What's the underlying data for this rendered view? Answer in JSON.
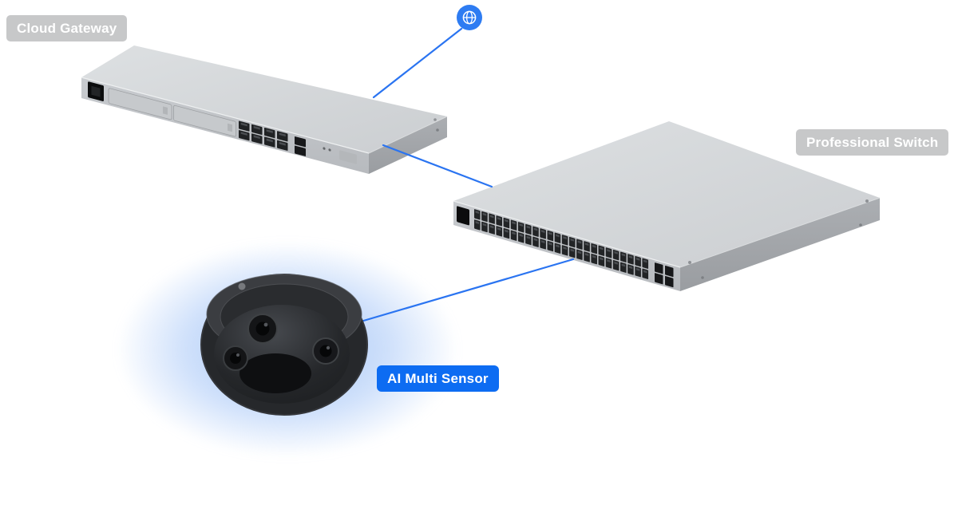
{
  "title": "Network topology diagram",
  "colors": {
    "accent_blue": "#2a74f1",
    "globe_blue": "#2e7cf2",
    "badge_gray": "#c7c8c9",
    "badge_blue": "#0d6cf2",
    "device_top": "#d8dadc",
    "device_front": "#c2c5c8",
    "device_side": "#a9acb0",
    "glow_blue": "#93b8f4"
  },
  "nodes": {
    "internet": {
      "icon": "globe-icon",
      "type": "internet"
    },
    "gateway": {
      "label": "Cloud Gateway",
      "type": "rackmount-gateway",
      "ethernet_ports": 8,
      "sfp_ports": 2
    },
    "switch": {
      "label": "Professional Switch",
      "type": "rackmount-48-port-switch",
      "ethernet_ports": 48,
      "sfp_ports": 4
    },
    "camera": {
      "label": "AI Multi Sensor",
      "type": "dome-camera"
    }
  },
  "connections": [
    {
      "from": "internet",
      "to": "gateway"
    },
    {
      "from": "gateway",
      "to": "switch"
    },
    {
      "from": "switch",
      "to": "camera"
    }
  ]
}
